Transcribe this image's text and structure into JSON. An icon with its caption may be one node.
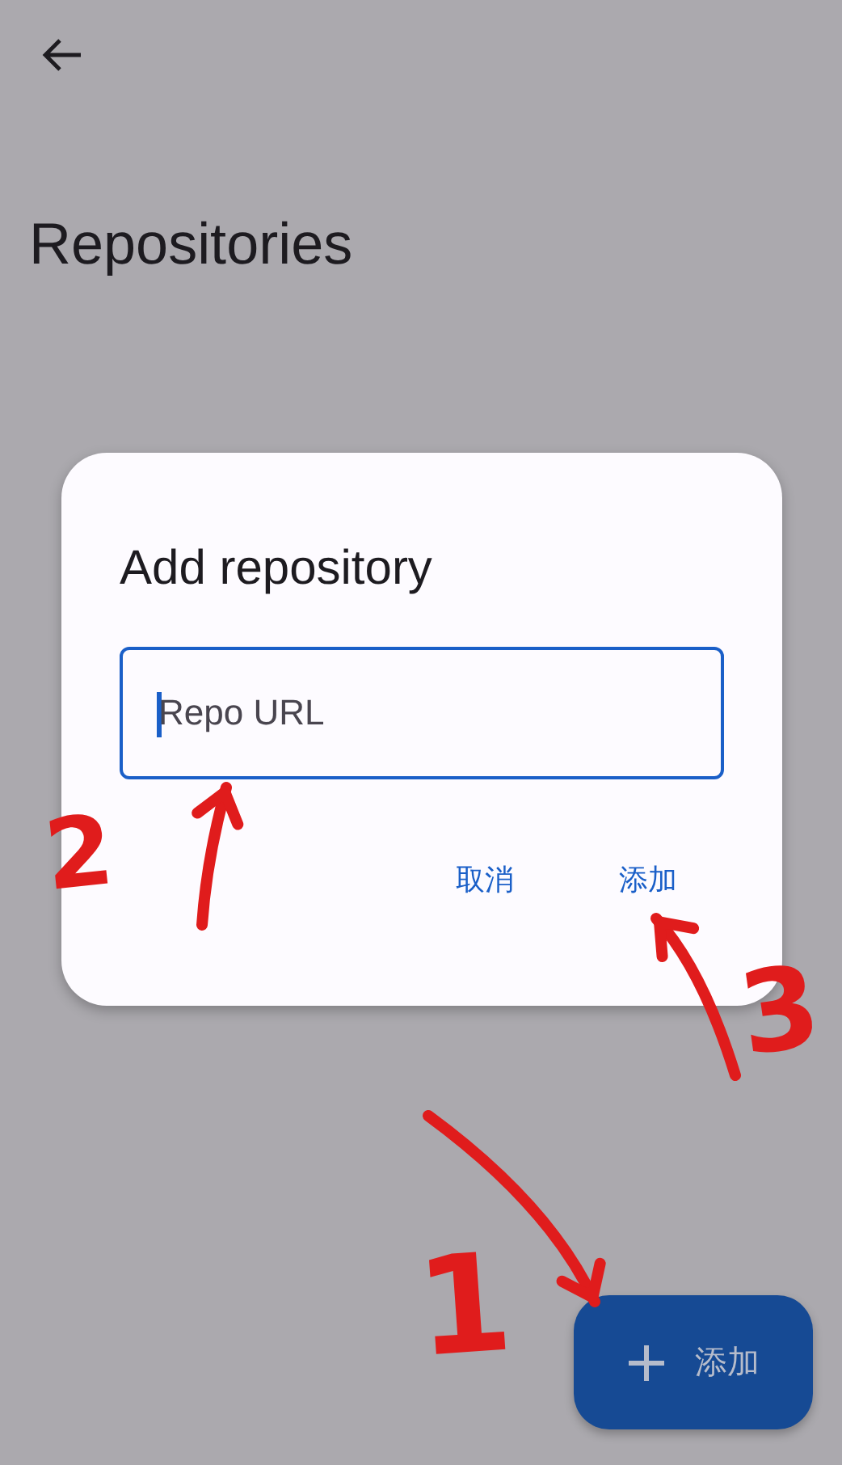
{
  "diagram": {
    "title": "Repositories",
    "nodes": [
      {
        "text": [
          "Add repository"
        ]
      },
      {
        "text": [
          "Repo URL"
        ],
        "in": 0
      },
      {
        "text": [
          "取消"
        ],
        "in": 0
      },
      {
        "text": [
          "添加"
        ],
        "in": 0
      },
      {
        "text": [
          "添加"
        ]
      }
    ],
    "edges": [
      {
        "from": null,
        "to": 1,
        "arrow": "to"
      },
      {
        "from": null,
        "to": 3,
        "arrow": "to"
      },
      {
        "from": null,
        "to": 4,
        "arrow": "to"
      }
    ],
    "labels": [
      "2",
      "3",
      "1"
    ]
  }
}
